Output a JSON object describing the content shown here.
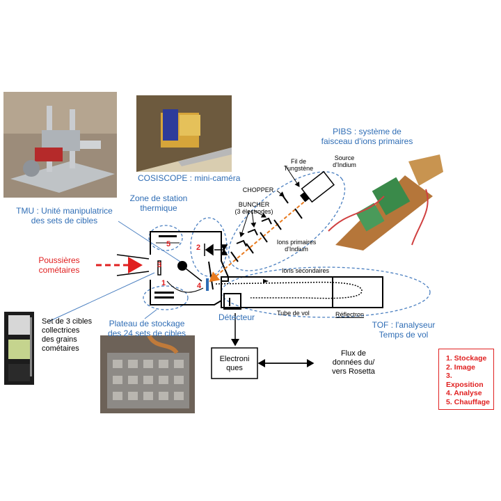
{
  "labels": {
    "cosiscope": "COSISCOPE : mini-caméra",
    "pibs_line1": "PIBS : système de",
    "pibs_line2": "faisceau d'ions primaires",
    "zone_line1": "Zone de station",
    "zone_line2": "thermique",
    "tmu_line1": "TMU : Unité manipulatrice",
    "tmu_line2": "des sets de cibles",
    "dust_line1": "Poussières",
    "dust_line2": "cométaires",
    "cibles_line1": "Set de 3 cibles",
    "cibles_line2": "collectrices",
    "cibles_line3": "des grains",
    "cibles_line4": "cométaires",
    "plateau_line1": "Plateau de stockage",
    "plateau_line2": "des 24 sets de cibles",
    "tof_line1": "TOF : l'analyseur",
    "tof_line2": "Temps de vol",
    "fil_line1": "Fil de",
    "fil_line2": "Tungstène",
    "source_line1": "Source",
    "source_line2": "d'Indium",
    "chopper": "CHOPPER",
    "buncher_line1": "BUNCHER",
    "buncher_line2": "(3 électrodes)",
    "ions_prim_line1": "Ions primaires",
    "ions_prim_line2": "d'Indium",
    "ions_sec": "Ions secondaires",
    "tube": "Tube de vol",
    "reflectron": "Réflectron",
    "detecteur": "Détecteur",
    "electro_line1": "Electroni",
    "electro_line2": "ques",
    "flux_line1": "Flux de",
    "flux_line2": "données du/",
    "flux_line3": "vers Rosetta"
  },
  "numbers": [
    "1",
    "2",
    "3",
    "4",
    "5"
  ],
  "legend": {
    "line1": "1. Stockage",
    "line2": "2. Image",
    "line3": "3.",
    "line4": "Exposition",
    "line5": "4. Analyse",
    "line6": "5. Chauffage"
  },
  "colors": {
    "label_blue": "#2f6db5",
    "accent_red": "#e02020",
    "beam_orange": "#e87a1e",
    "dashed_blue": "#4a7fc0"
  }
}
